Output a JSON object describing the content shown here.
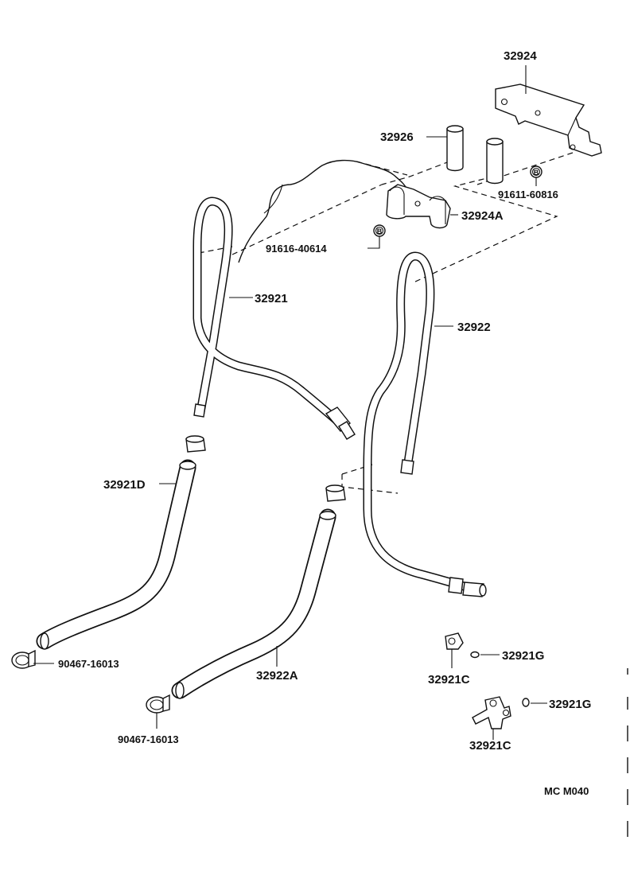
{
  "diagram": {
    "labels": {
      "p32924": "32924",
      "p32926": "32926",
      "p91611": "91611-60816",
      "p32924A": "32924A",
      "p91616": "91616-40614",
      "p32921": "32921",
      "p32922": "32922",
      "p32921D": "32921D",
      "p90467_1": "90467-16013",
      "p32922A": "32922A",
      "p90467_2": "90467-16013",
      "p32921G_1": "32921G",
      "p32921C_1": "32921C",
      "p32921G_2": "32921G",
      "p32921C_2": "32921C",
      "ref_code": "MC M040"
    },
    "markers": {
      "b1": "B",
      "b2": "B"
    }
  }
}
